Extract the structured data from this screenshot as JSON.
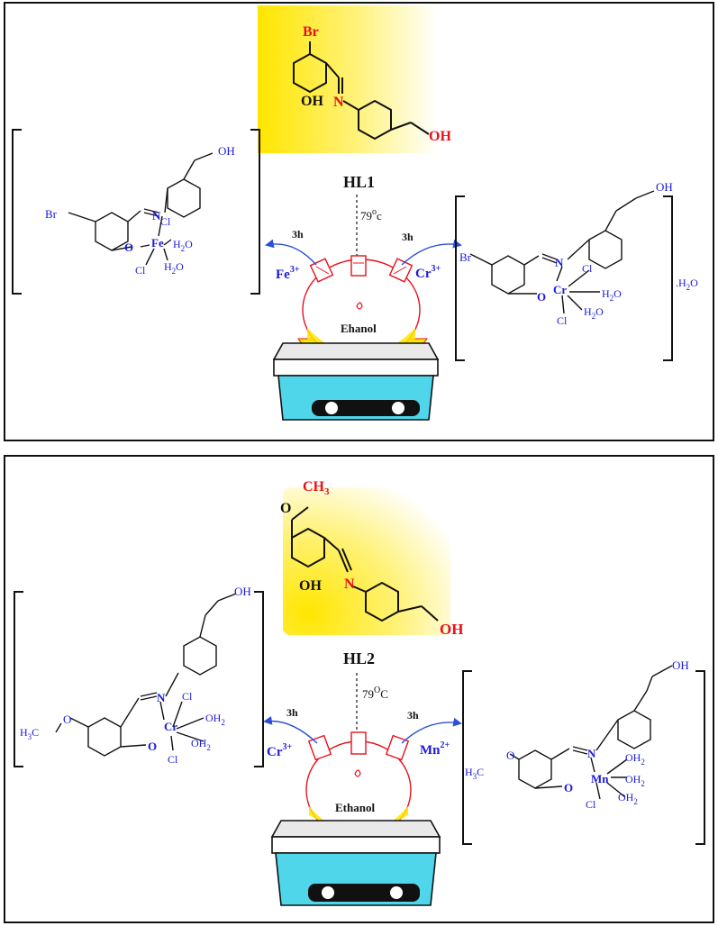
{
  "panel1": {
    "ligand": {
      "name": "HL1",
      "substituent": "Br",
      "oh_phenol": "OH",
      "imine_n": "N",
      "oh_chain": "OH"
    },
    "temperature": {
      "value": "79",
      "unit_sup": "o",
      "unit": "c"
    },
    "left_arrow": {
      "time": "3h",
      "metal": "Fe",
      "charge": "3+"
    },
    "right_arrow": {
      "time": "3h",
      "metal": "Cr",
      "charge": "3+"
    },
    "flask_label": "Ehanol",
    "left_complex": {
      "metal": "Fe",
      "substituent": "Br",
      "imine_n": "N",
      "o": "O",
      "oh": "OH",
      "ligands": [
        "Cl",
        "Cl",
        "H",
        "2",
        "O",
        "H",
        "2",
        "O"
      ]
    },
    "right_complex": {
      "metal": "Cr",
      "substituent": "Br",
      "imine_n": "N",
      "o": "O",
      "oh": "OH",
      "ligands": [
        "Cl",
        "Cl",
        "H",
        "2",
        "O",
        "H",
        "2",
        "O"
      ],
      "suffix": ".H",
      "suffix_sub": "2",
      "suffix_end": "O"
    }
  },
  "panel2": {
    "ligand": {
      "name": "HL2",
      "substituent": "O",
      "methyl": "CH",
      "methyl_sub": "3",
      "oh_phenol": "OH",
      "imine_n": "N",
      "oh_chain": "OH"
    },
    "temperature": {
      "value": "79",
      "unit_sup": "O",
      "unit": "C"
    },
    "left_arrow": {
      "time": "3h",
      "metal": "Cr",
      "charge": "3+"
    },
    "right_arrow": {
      "time": "3h",
      "metal": "Mn",
      "charge": "2+"
    },
    "flask_label": "Ethanol",
    "left_complex": {
      "metal": "Cr",
      "methoxy": "H",
      "methoxy_sub": "3",
      "methoxy_c": "C",
      "methoxy_o": "O",
      "imine_n": "N",
      "o": "O",
      "oh": "OH",
      "ligands": [
        "Cl",
        "Cl",
        "OH",
        "2",
        "OH",
        "2"
      ]
    },
    "right_complex": {
      "metal": "Mn",
      "methoxy": "H",
      "methoxy_sub": "3",
      "methoxy_c": "C",
      "methoxy_o": "O",
      "imine_n": "N",
      "o": "O",
      "oh": "OH",
      "ligands": [
        "Cl",
        "OH",
        "2",
        "OH",
        "2",
        "OH",
        "2"
      ]
    }
  },
  "colors": {
    "ligand_box": "#ffe600",
    "metal_text": "#1a1adb",
    "ligand_text": "#e8101a",
    "flask": "#e8101a",
    "hotplate_blue": "#4fd6ea"
  }
}
